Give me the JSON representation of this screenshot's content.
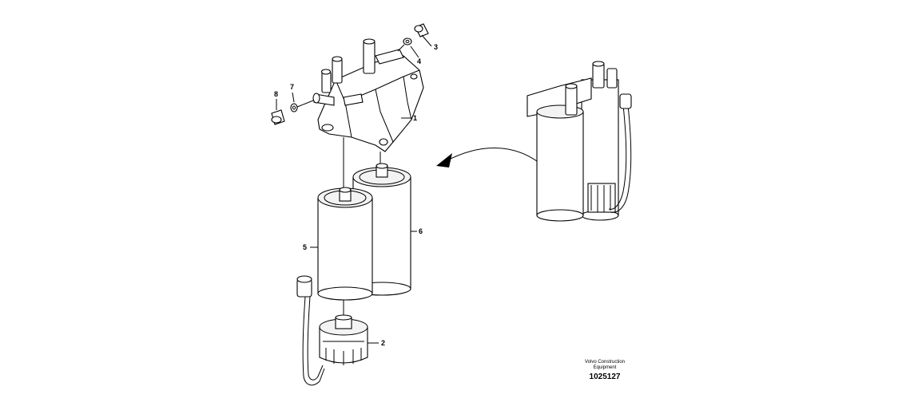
{
  "callouts": [
    {
      "id": "1",
      "label": "1"
    },
    {
      "id": "2",
      "label": "2"
    },
    {
      "id": "3",
      "label": "3"
    },
    {
      "id": "4",
      "label": "4"
    },
    {
      "id": "5",
      "label": "5"
    },
    {
      "id": "6",
      "label": "6"
    },
    {
      "id": "7",
      "label": "7"
    },
    {
      "id": "8",
      "label": "8"
    }
  ],
  "credit": {
    "line1": "Volvo Construction",
    "line2": "Equipment",
    "drawing_number": "1025127"
  },
  "icons": {
    "direction_arrow": "curved-arrow-icon"
  }
}
